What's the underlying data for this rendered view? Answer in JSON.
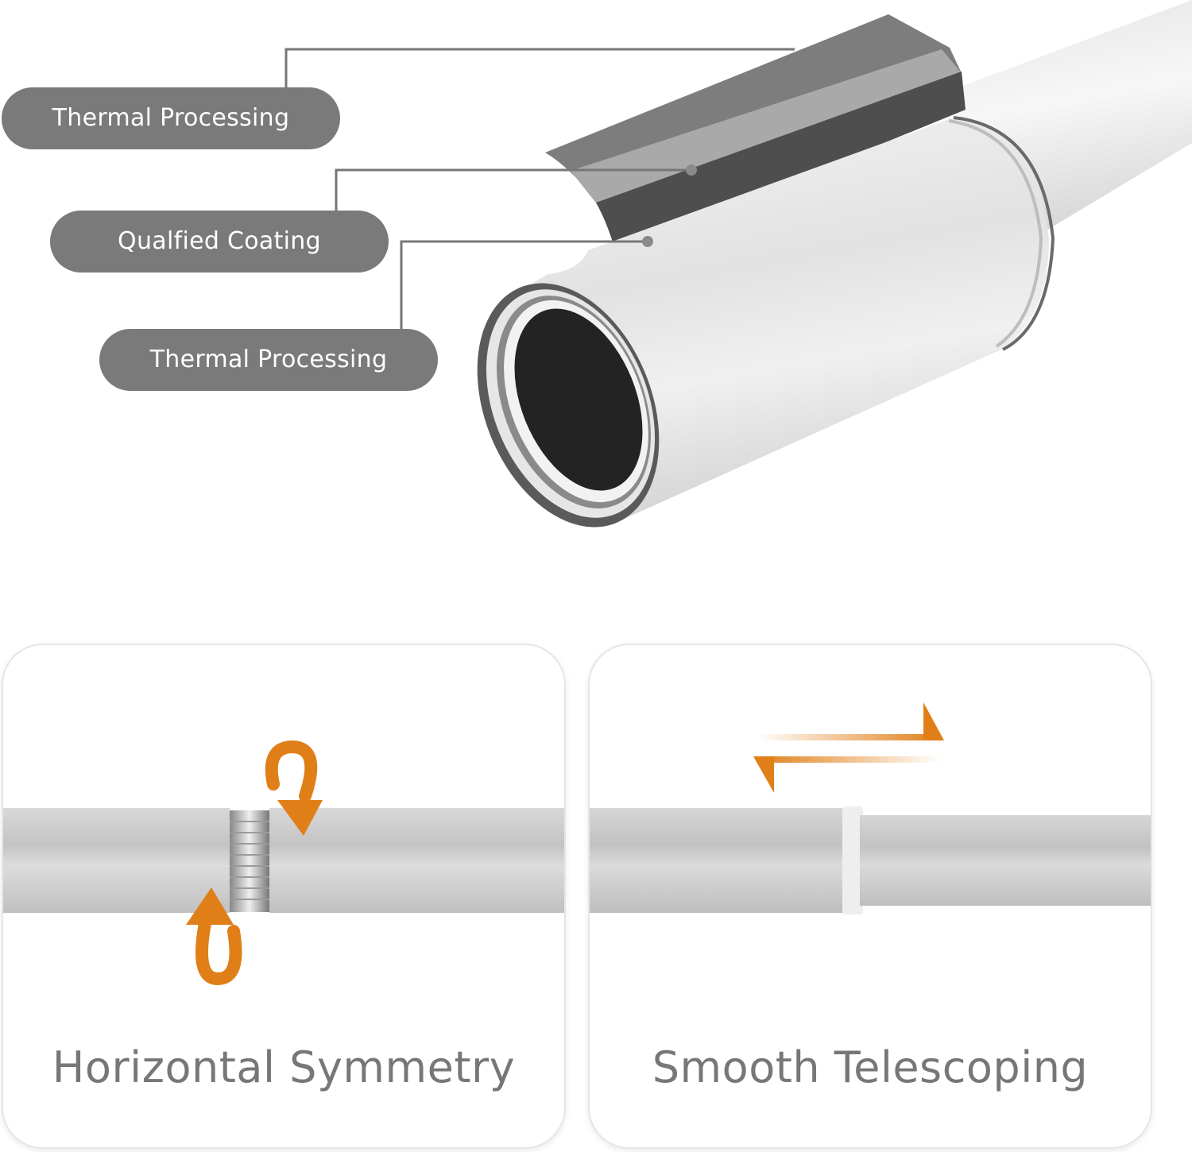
{
  "labels": {
    "outer_layer": "Thermal Processing",
    "middle_layer": "Qualfied Coating",
    "inner_layer": "Thermal Processing"
  },
  "features": [
    {
      "title": "Horizontal Symmetry",
      "icon": "rotate-arrows-icon"
    },
    {
      "title": "Smooth Telescoping",
      "icon": "slide-arrows-icon"
    }
  ],
  "colors": {
    "label_fill": "#7a7a7a",
    "label_text": "#ffffff",
    "accent_orange": "#e07f18",
    "title_text": "#777777"
  }
}
